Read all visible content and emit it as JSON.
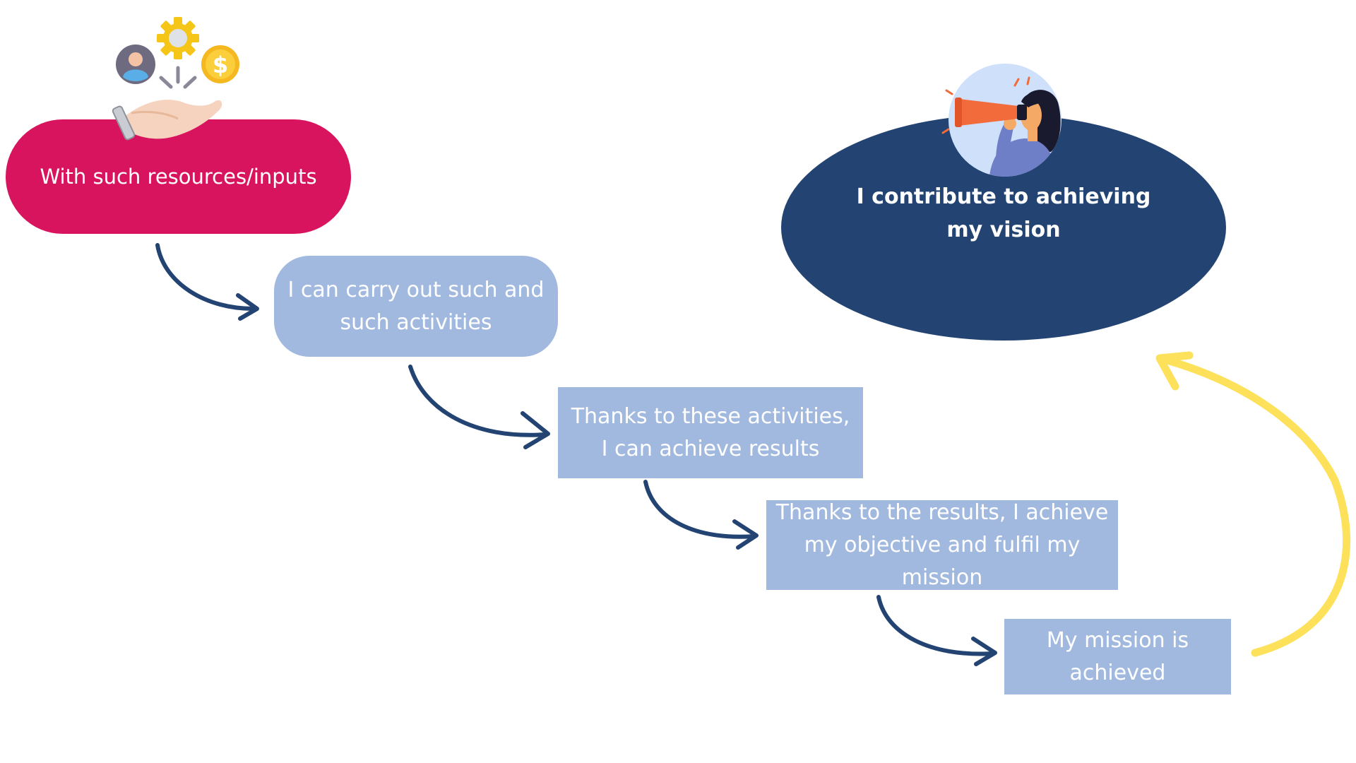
{
  "nodes": {
    "inputs": "With such resources/inputs",
    "activities": "I can carry out such and such activities",
    "results": "Thanks to these activities, I can achieve results",
    "objective": "Thanks to the results, I achieve my objective and fulfil my mission",
    "mission": "My mission is achieved",
    "vision": "I contribute to achieving my vision"
  },
  "colors": {
    "inputs_fill": "#d9145f",
    "step_fill": "#a1b9df",
    "vision_fill": "#234473",
    "arrow": "#234473",
    "feedback_arrow": "#fde15a",
    "text": "#ffffff"
  },
  "icons": {
    "inputs": "hand-offering-resources-icon",
    "vision": "woman-with-telescope-icon"
  }
}
